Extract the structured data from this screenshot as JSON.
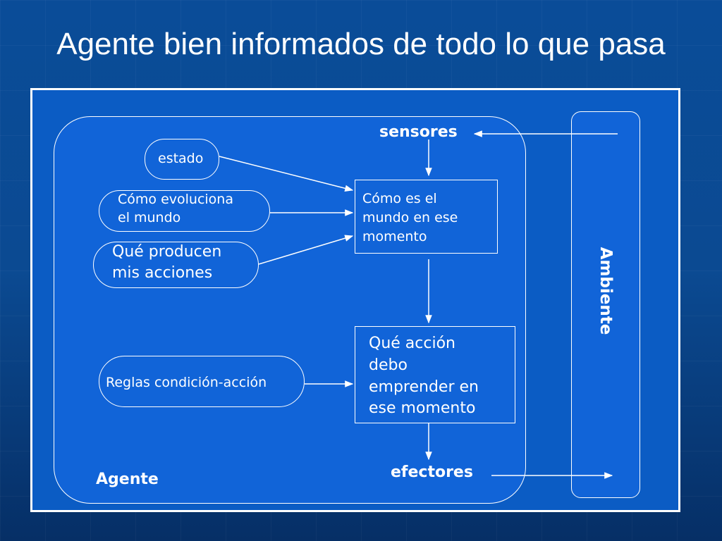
{
  "title": "Agente bien informados de todo lo que pasa",
  "diagram": {
    "sensores": "sensores",
    "efectores": "efectores",
    "agente": "Agente",
    "ambiente": "Ambiente",
    "estado": "estado",
    "evoluciona": [
      "Cómo evoluciona",
      "el mundo"
    ],
    "acciones": [
      "Qué producen",
      "mis acciones"
    ],
    "reglas": "Reglas condición-acción",
    "mundo": [
      "Cómo es el",
      "mundo en ese",
      "momento"
    ],
    "accion": [
      "Qué acción",
      "debo",
      "emprender en",
      "ese momento"
    ]
  },
  "colors": {
    "background": "#0a4c98",
    "frame_fill": "#0b5cc4",
    "box_fill": "#1164d8",
    "line": "#ffffff"
  }
}
